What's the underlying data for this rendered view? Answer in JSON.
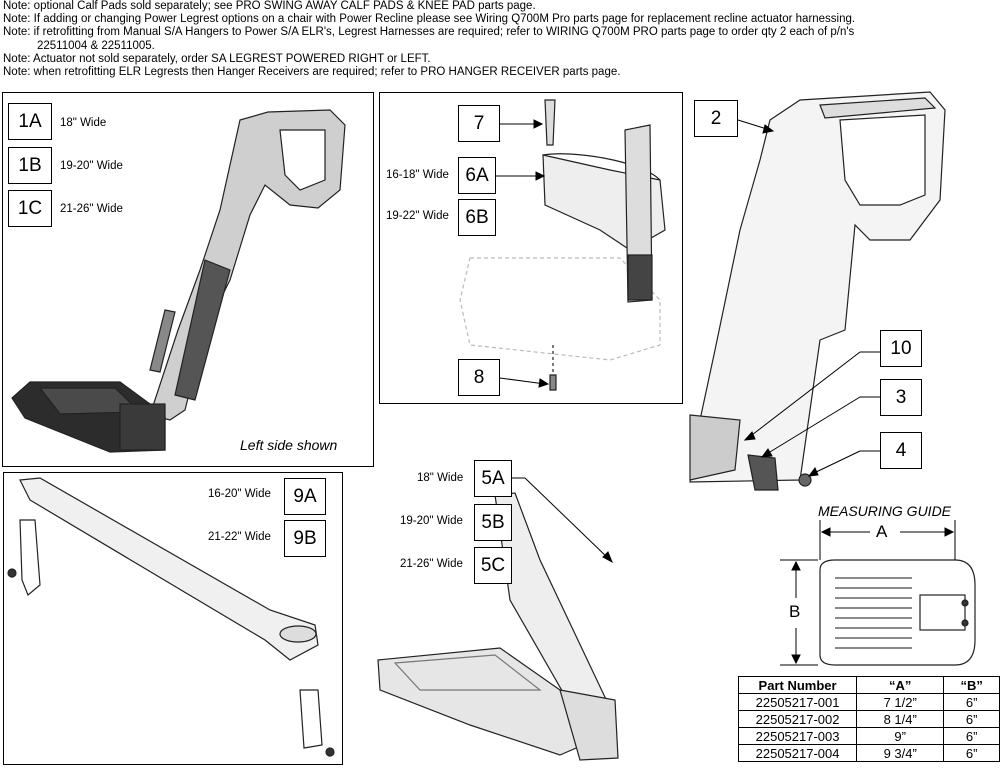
{
  "notes": [
    "Note: optional Calf Pads sold separately; see PRO SWING AWAY CALF PADS & KNEE PAD parts page.",
    "Note: If adding or changing Power Legrest options on a chair with Power Recline please see Wiring Q700M Pro parts page for replacement recline actuator harnessing.",
    "Note: if retrofitting from Manual S/A Hangers to Power S/A ELR's, Legrest Harnesses are required; refer to WIRING Q700M PRO parts page to order qty 2 each of p/n's",
    "22511004 & 22511005.",
    "Note: Actuator not sold separately, order SA LEGREST POWERED RIGHT or LEFT.",
    "Note: when retrofitting ELR Legrests then Hanger Receivers are required; refer to PRO HANGER RECEIVER parts page."
  ],
  "panel1": {
    "items": [
      {
        "id": "1A",
        "label": "18\" Wide"
      },
      {
        "id": "1B",
        "label": "19-20\" Wide"
      },
      {
        "id": "1C",
        "label": "21-26\" Wide"
      }
    ],
    "caption": "Left side shown"
  },
  "panel2": {
    "items": [
      {
        "id": "7",
        "label": ""
      },
      {
        "id": "6A",
        "label": "16-18\" Wide"
      },
      {
        "id": "6B",
        "label": "19-22\" Wide"
      },
      {
        "id": "8",
        "label": ""
      }
    ]
  },
  "panel3": {
    "items": [
      {
        "id": "9A",
        "label": "16-20\" Wide"
      },
      {
        "id": "9B",
        "label": "21-22\" Wide"
      }
    ]
  },
  "main": {
    "callouts": [
      "2",
      "10",
      "3",
      "4"
    ],
    "items": [
      {
        "id": "5A",
        "label": "18\" Wide"
      },
      {
        "id": "5B",
        "label": "19-20\" Wide"
      },
      {
        "id": "5C",
        "label": "21-26\" Wide"
      }
    ]
  },
  "guide": {
    "title": "MEASURING GUIDE",
    "dim_a": "A",
    "dim_b": "B"
  },
  "table": {
    "headers": [
      "Part Number",
      "“A”",
      "“B”"
    ],
    "rows": [
      [
        "22505217-001",
        "7 1/2”",
        "6”"
      ],
      [
        "22505217-002",
        "8 1/4”",
        "6”"
      ],
      [
        "22505217-003",
        "9”",
        "6”"
      ],
      [
        "22505217-004",
        "9 3/4”",
        "6”"
      ]
    ]
  }
}
